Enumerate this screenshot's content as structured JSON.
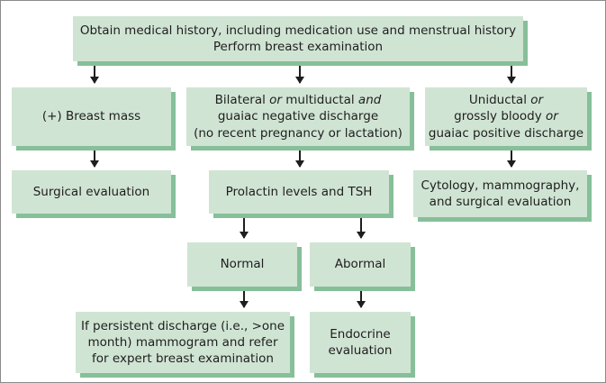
{
  "colors": {
    "box_fill": "#d0e4d3",
    "box_shadow": "#86bf99",
    "arrow": "#1e1e1e"
  },
  "nodes": {
    "start": {
      "line1": "Obtain medical history, including medication use and menstrual history",
      "line2": "Perform breast examination"
    },
    "mass": "(+) Breast mass",
    "bilateral": {
      "a": "Bilateral ",
      "b": "or",
      "c": " multiductal ",
      "d": "and",
      "e": "guaiac negative discharge",
      "f": "(no recent pregnancy or lactation)"
    },
    "uniductal": {
      "a": "Uniductal ",
      "b": "or",
      "c": "grossly bloody ",
      "d": "or",
      "e": "guaiac positive discharge"
    },
    "surgical": "Surgical evaluation",
    "prolactin": "Prolactin levels and TSH",
    "cytology": {
      "line1": "Cytology, mammography,",
      "line2": "and surgical evaluation"
    },
    "normal": "Normal",
    "abnormal": "Abormal",
    "persistent": {
      "line1": "If persistent discharge (i.e., >one",
      "line2": "month) mammogram and refer",
      "line3": "for expert breast examination"
    },
    "endocrine": {
      "line1": "Endocrine",
      "line2": "evaluation"
    }
  }
}
